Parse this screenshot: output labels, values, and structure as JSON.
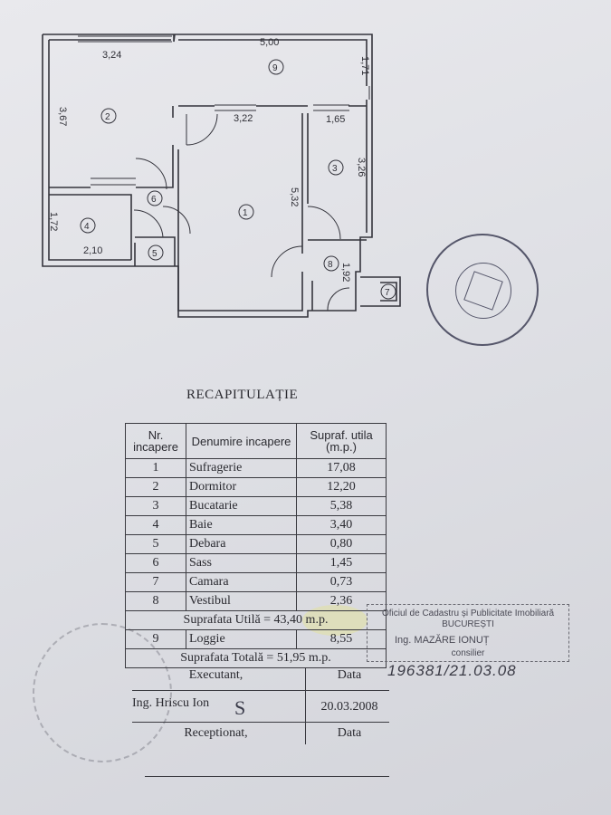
{
  "plan": {
    "dimensions": {
      "room2_width": "3,24",
      "room2_height": "3,67",
      "room9_width": "5,00",
      "room9_height": "1,71",
      "room1_width": "3,22",
      "room3_width": "1,65",
      "room3_height": "3,26",
      "room1_height": "5,32",
      "room4_height": "1,72",
      "room4_width": "2,10",
      "room8_height": "1,92"
    },
    "room_numbers": [
      "1",
      "2",
      "3",
      "4",
      "5",
      "6",
      "7",
      "8",
      "9"
    ]
  },
  "document": {
    "title": "RECAPITULAȚIE"
  },
  "table": {
    "headers": {
      "nr": "Nr. incapere",
      "name": "Denumire incapere",
      "area": "Supraf. utila (m.p.)"
    },
    "rows": [
      {
        "nr": "1",
        "name": "Sufragerie",
        "area": "17,08"
      },
      {
        "nr": "2",
        "name": "Dormitor",
        "area": "12,20"
      },
      {
        "nr": "3",
        "name": "Bucatarie",
        "area": "5,38"
      },
      {
        "nr": "4",
        "name": "Baie",
        "area": "3,40"
      },
      {
        "nr": "5",
        "name": "Debara",
        "area": "0,80"
      },
      {
        "nr": "6",
        "name": "Sass",
        "area": "1,45"
      },
      {
        "nr": "7",
        "name": "Camara",
        "area": "0,73"
      },
      {
        "nr": "8",
        "name": "Vestibul",
        "area": "2,36"
      }
    ],
    "useful_total": "Suprafata Utilă = 43,40 m.p.",
    "loggia": {
      "nr": "9",
      "name": "Loggie",
      "area": "8,55"
    },
    "total": "Suprafata Totală = 51,95 m.p."
  },
  "signatures": {
    "executant_label": "Executant,",
    "date_label": "Data",
    "executant_name": "Ing. Hriscu Ion",
    "signature_mark": "S",
    "executant_date": "20.03.2008",
    "receptionat_label": "Receptionat,",
    "receptionat_date_label": "Data"
  },
  "stamp": {
    "office": "Oficiul de Cadastru și Publicitate Imobiliară",
    "city": "BUCUREȘTI",
    "inspector": "Ing. MAZĂRE IONUȚ",
    "role": "consilier",
    "registration": "196381/21.03.08"
  },
  "colors": {
    "paper": "#e3e4e9",
    "ink": "#2a2a30",
    "highlight": "#e8e678"
  }
}
